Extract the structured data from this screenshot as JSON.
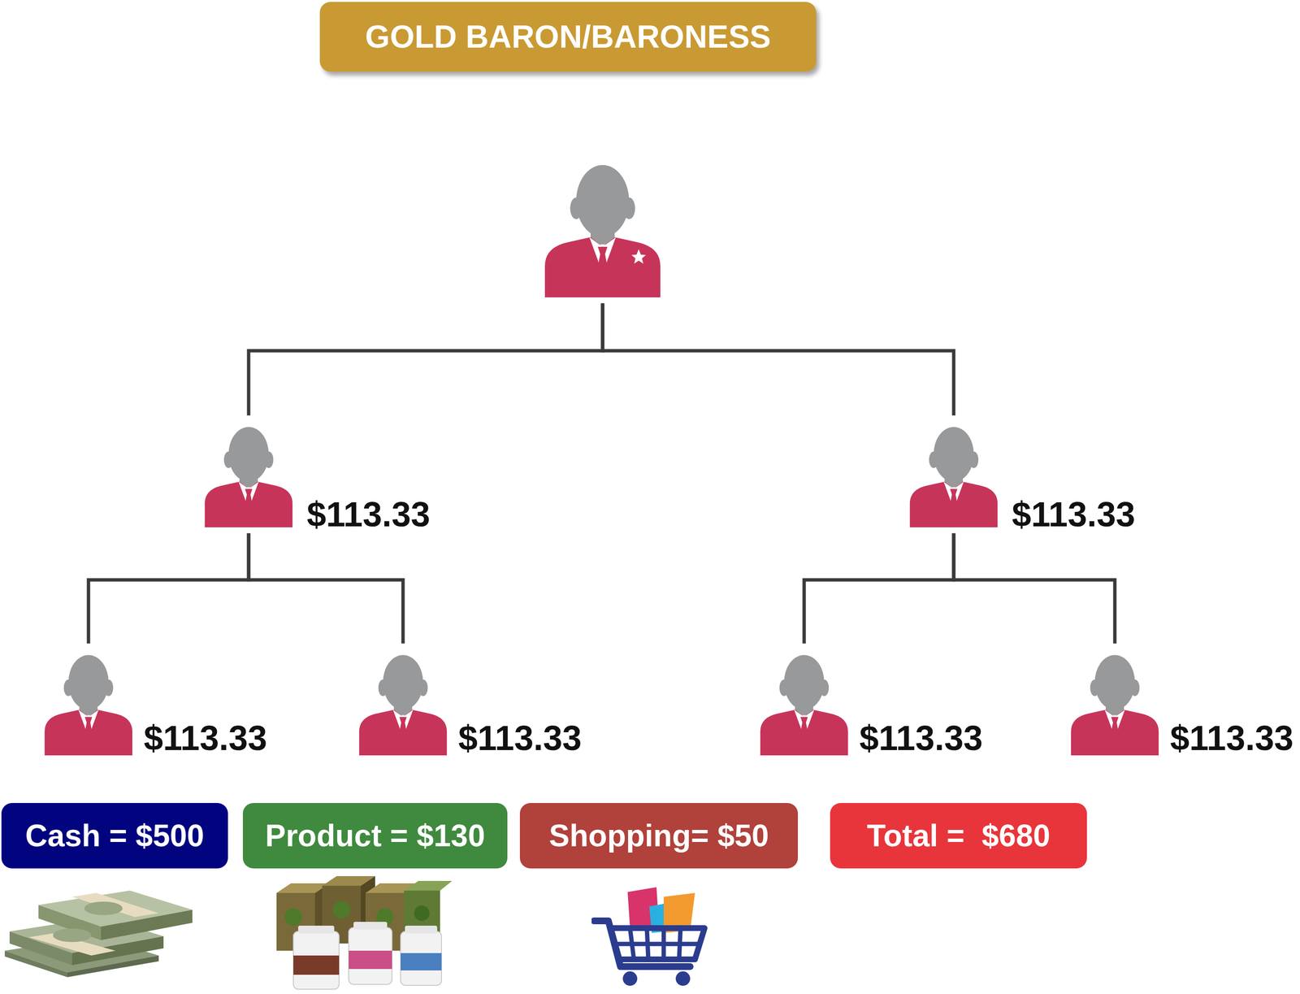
{
  "diagram": {
    "title": "GOLD BARON/BARONESS",
    "nodes": [
      {
        "text": []
      },
      {
        "text": [
          "$113.33"
        ]
      },
      {
        "text": [
          "$113.33"
        ]
      },
      {
        "text": [
          "$113.33"
        ]
      },
      {
        "text": [
          "$113.33"
        ]
      },
      {
        "text": [
          "$113.33"
        ]
      },
      {
        "text": [
          "$113.33"
        ]
      },
      {
        "text": [
          "Cash = $500"
        ]
      },
      {
        "text": [
          "Product = $130"
        ]
      },
      {
        "text": [
          "Shopping= $50"
        ]
      },
      {
        "text": [
          "Total =  $680"
        ]
      }
    ],
    "edges": [
      {
        "from": 0,
        "to": 1,
        "arrow": "none"
      },
      {
        "from": 0,
        "to": 2,
        "arrow": "none"
      },
      {
        "from": 1,
        "to": 3,
        "arrow": "none"
      },
      {
        "from": 1,
        "to": 4,
        "arrow": "none"
      },
      {
        "from": 2,
        "to": 5,
        "arrow": "none"
      },
      {
        "from": 2,
        "to": 6,
        "arrow": "none"
      }
    ]
  }
}
